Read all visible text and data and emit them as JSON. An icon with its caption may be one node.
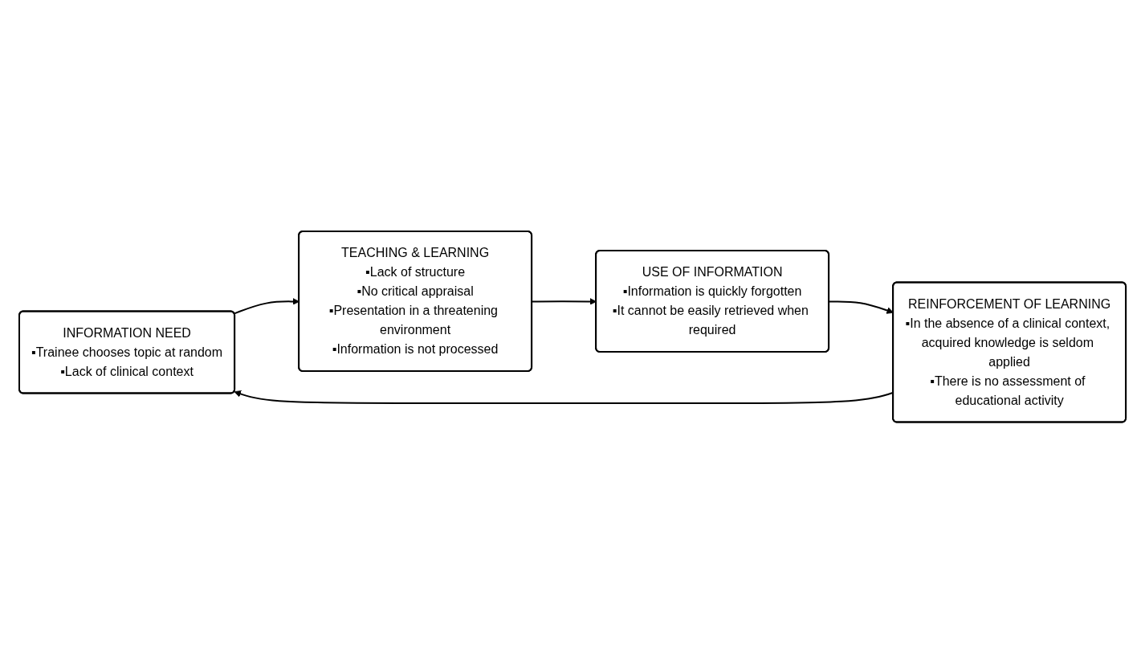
{
  "diagram": {
    "nodes": [
      {
        "text": [
          "INFORMATION NEED",
          "▪Trainee chooses topic at random",
          "▪Lack of clinical context"
        ]
      },
      {
        "text": [
          "TEACHING & LEARNING",
          "▪Lack of structure",
          "▪No critical appraisal",
          "▪Presentation in a threatening environment",
          "▪Information is not processed"
        ]
      },
      {
        "text": [
          "USE OF INFORMATION",
          "▪Information is quickly forgotten",
          "▪It cannot be easily retrieved when required"
        ]
      },
      {
        "text": [
          "REINFORCEMENT OF LEARNING",
          "▪In the absence of a clinical context, acquired knowledge is seldom applied",
          "▪There is no assessment of educational activity"
        ]
      }
    ],
    "edges": [
      {
        "from": 0,
        "to": 1,
        "arrow": "to"
      },
      {
        "from": 1,
        "to": 2,
        "arrow": "to"
      },
      {
        "from": 2,
        "to": 3,
        "arrow": "to"
      },
      {
        "from": 3,
        "to": 0,
        "arrow": "to"
      }
    ]
  }
}
